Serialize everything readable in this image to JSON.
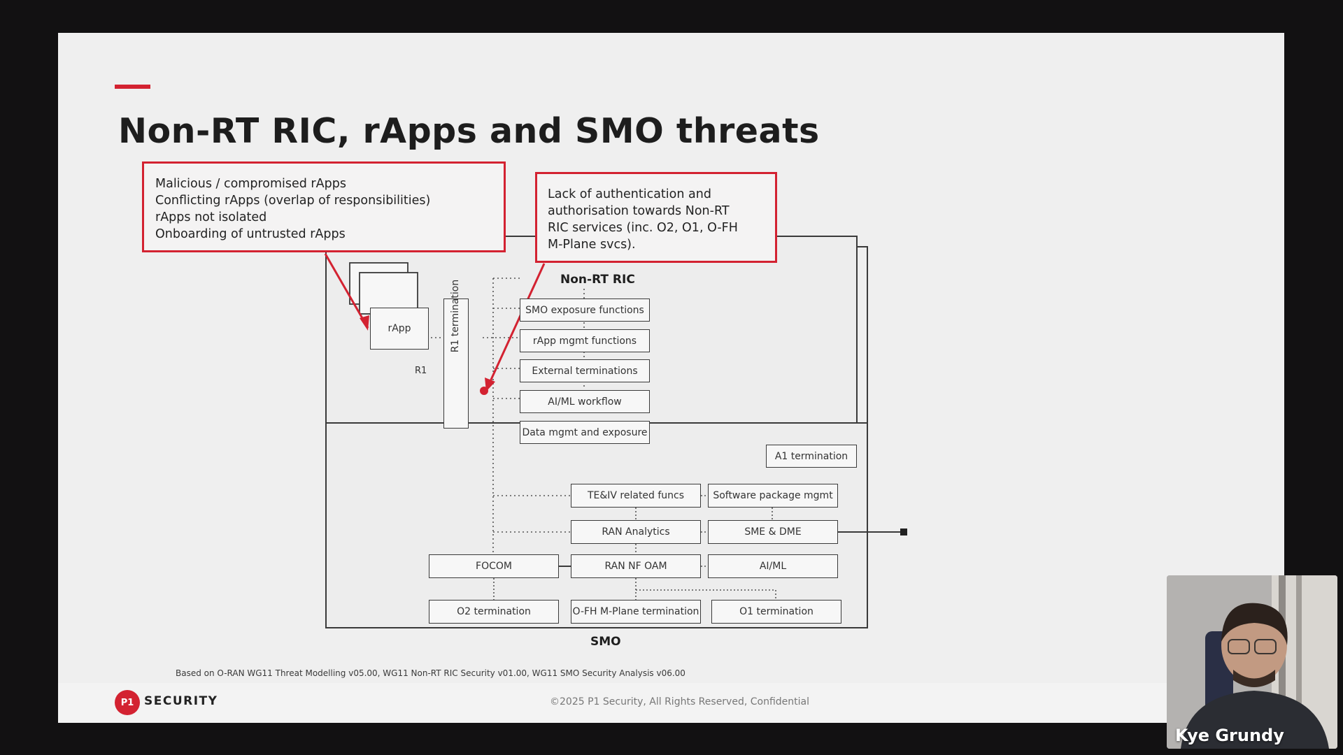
{
  "slide": {
    "title": "Non-RT RIC, rApps and SMO threats",
    "callout_left": [
      "Malicious / compromised rApps",
      "Conflicting rApps (overlap of responsibilities)",
      "rApps not isolated",
      "Onboarding of untrusted rApps"
    ],
    "callout_right": [
      "Lack of authentication and",
      "authorisation towards Non-RT",
      "RIC services (inc. O2, O1, O-FH",
      "M-Plane svcs)."
    ],
    "diagram": {
      "nonrt_ric_label": "Non-RT RIC",
      "smo_label": "SMO",
      "rapp_label": "rApp",
      "r1_label": "R1",
      "r1_termination_label": "R1 termination",
      "ric_functions": [
        "SMO exposure functions",
        "rApp mgmt functions",
        "External terminations",
        "AI/ML workflow",
        "Data mgmt and exposure"
      ],
      "a1_termination": "A1 termination",
      "smo_boxes": {
        "teiv": "TE&IV related funcs",
        "software_pkg": "Software package mgmt",
        "ran_analytics": "RAN Analytics",
        "sme_dme": "SME & DME",
        "focom": "FOCOM",
        "ran_nf_oam": "RAN NF OAM",
        "aiml": "AI/ML",
        "o2_term": "O2 termination",
        "ofh_term": "O-FH M-Plane termination",
        "o1_term": "O1 termination"
      }
    },
    "footnote": "Based on O-RAN WG11 Threat Modelling v05.00, WG11 Non-RT RIC Security v01.00, WG11 SMO Security Analysis v06.00",
    "logo_badge": "P1",
    "logo_text": "SECURITY",
    "copyright": "©2025 P1 Security, All Rights Reserved, Confidential",
    "accent_color": "#d32231"
  },
  "webcam": {
    "participant_name": "Kye Grundy"
  }
}
